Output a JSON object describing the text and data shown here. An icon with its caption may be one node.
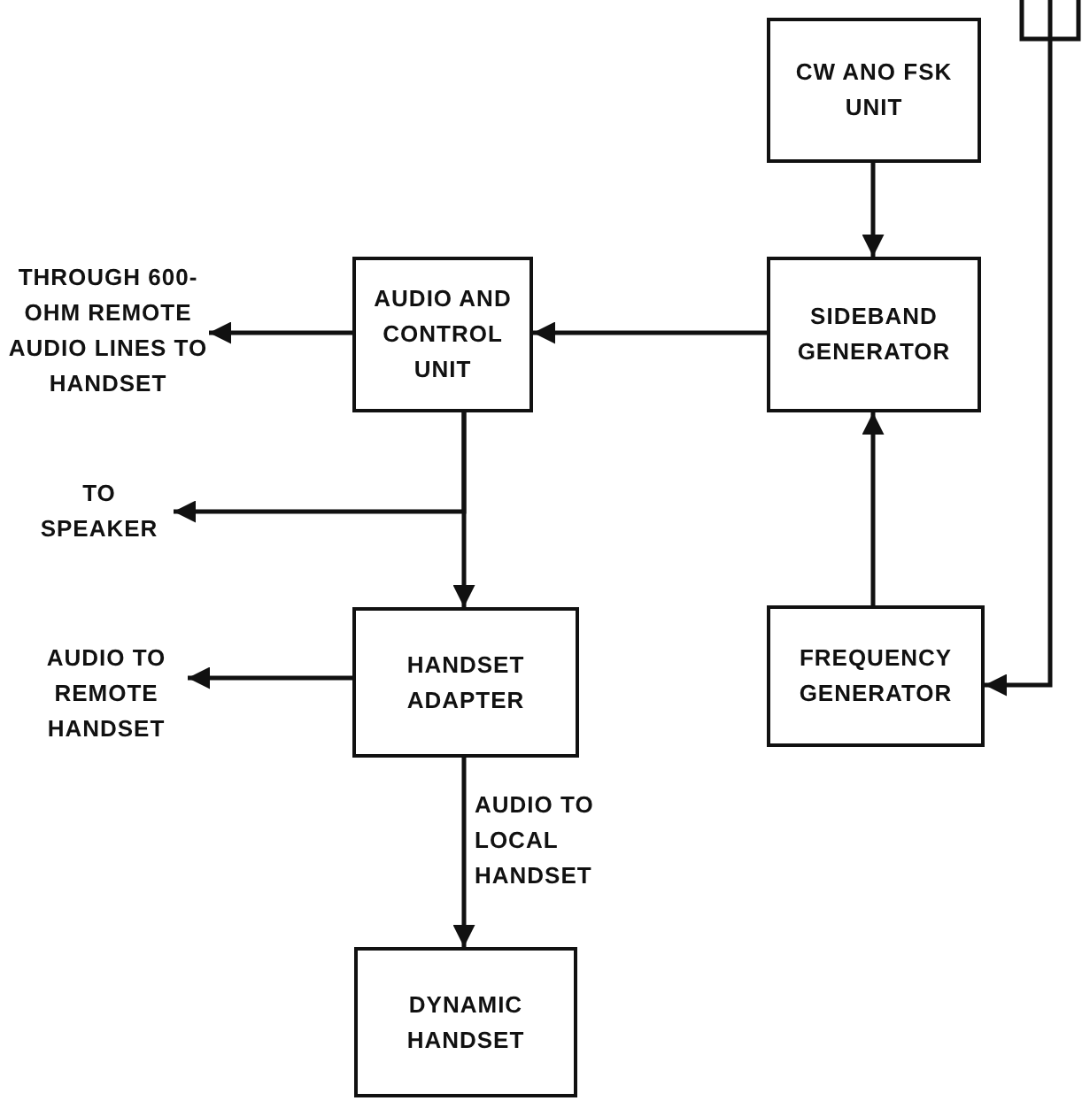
{
  "diagram": {
    "nodes": [
      {
        "text": [
          "CW ANO FSK UNIT"
        ]
      },
      {
        "text": [],
        "shape": "antenna"
      },
      {
        "text": [
          "THROUGH 600-OHM REMOTE AUDIO LINES TO HANDSET"
        ]
      },
      {
        "text": [
          "AUDIO AND CONTROL UNIT"
        ]
      },
      {
        "text": [
          "SIDEBAND GENERATOR"
        ]
      },
      {
        "text": [
          "TO SPEAKER"
        ]
      },
      {
        "text": [
          "HANDSET ADAPTER"
        ]
      },
      {
        "text": [
          "FREQUENCY GENERATOR"
        ]
      },
      {
        "text": [
          "AUDIO TO REMOTE HANDSET"
        ]
      },
      {
        "text": [
          "DYNAMIC HANDSET"
        ]
      }
    ],
    "edges": [
      {
        "from": 0,
        "to": 4,
        "arrow": "to"
      },
      {
        "from": 4,
        "to": 3,
        "arrow": "to"
      },
      {
        "from": 3,
        "to": 2,
        "arrow": "to"
      },
      {
        "from": 3,
        "to": 5,
        "arrow": "to"
      },
      {
        "from": 3,
        "to": 6,
        "arrow": "to"
      },
      {
        "from": 7,
        "to": 4,
        "arrow": "to"
      },
      {
        "from": 1,
        "to": 7,
        "arrow": "to"
      },
      {
        "from": 6,
        "to": 8,
        "arrow": "to"
      },
      {
        "from": 6,
        "to": 9,
        "arrow": "to",
        "label": "AUDIO TO LOCAL HANDSET"
      }
    ]
  }
}
